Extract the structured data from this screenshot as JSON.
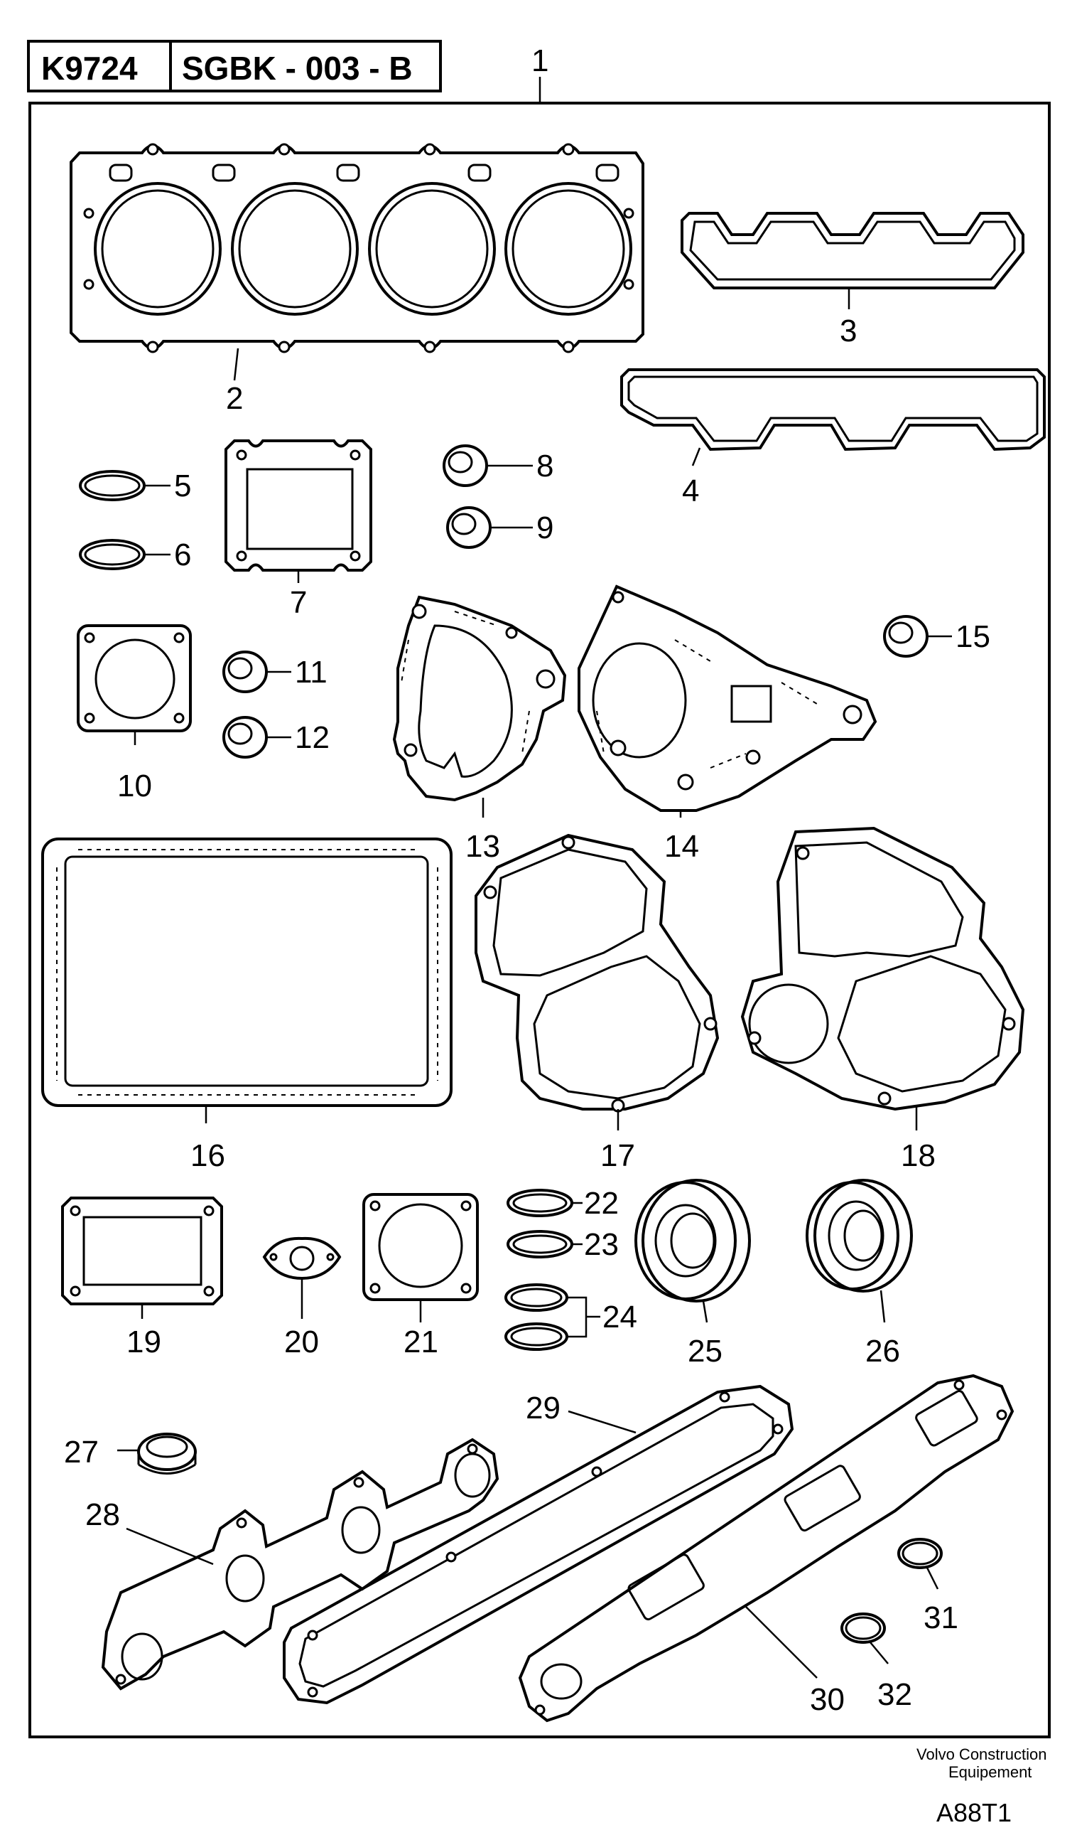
{
  "header": {
    "machine_code": "K9724",
    "group_code": "SGBK - 003 - B"
  },
  "parts": [
    {
      "id": 1,
      "label": "1"
    },
    {
      "id": 2,
      "label": "2"
    },
    {
      "id": 3,
      "label": "3"
    },
    {
      "id": 4,
      "label": "4"
    },
    {
      "id": 5,
      "label": "5"
    },
    {
      "id": 6,
      "label": "6"
    },
    {
      "id": 7,
      "label": "7"
    },
    {
      "id": 8,
      "label": "8"
    },
    {
      "id": 9,
      "label": "9"
    },
    {
      "id": 10,
      "label": "10"
    },
    {
      "id": 11,
      "label": "11"
    },
    {
      "id": 12,
      "label": "12"
    },
    {
      "id": 13,
      "label": "13"
    },
    {
      "id": 14,
      "label": "14"
    },
    {
      "id": 15,
      "label": "15"
    },
    {
      "id": 16,
      "label": "16"
    },
    {
      "id": 17,
      "label": "17"
    },
    {
      "id": 18,
      "label": "18"
    },
    {
      "id": 19,
      "label": "19"
    },
    {
      "id": 20,
      "label": "20"
    },
    {
      "id": 21,
      "label": "21"
    },
    {
      "id": 22,
      "label": "22"
    },
    {
      "id": 23,
      "label": "23"
    },
    {
      "id": 24,
      "label": "24"
    },
    {
      "id": 25,
      "label": "25"
    },
    {
      "id": 26,
      "label": "26"
    },
    {
      "id": 27,
      "label": "27"
    },
    {
      "id": 28,
      "label": "28"
    },
    {
      "id": 29,
      "label": "29"
    },
    {
      "id": 30,
      "label": "30"
    },
    {
      "id": 31,
      "label": "31"
    },
    {
      "id": 32,
      "label": "32"
    }
  ],
  "footer": {
    "brand_line1": "Volvo Construction",
    "brand_line2": "Equipement",
    "figure_code": "A88T1"
  }
}
